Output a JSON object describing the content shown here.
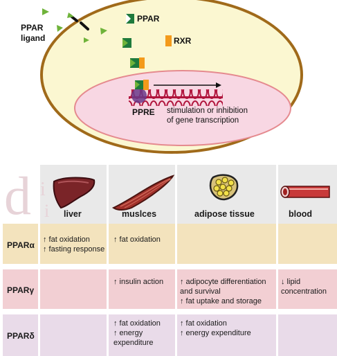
{
  "diagram": {
    "ppar_label": "PPAR",
    "rxr_label": "RXR",
    "ligand_label_line1": "PPAR",
    "ligand_label_line2": "ligand",
    "ppre_label": "PPRE",
    "effect_line1": "stimulation or inhibition",
    "effect_line2": "of gene transcription"
  },
  "table": {
    "columns": [
      "liver",
      "muslces",
      "adipose tissue",
      "blood"
    ],
    "rows": [
      {
        "label": "PPARα",
        "cells": [
          [
            "↑ fat oxidation",
            "↑ fasting response"
          ],
          [
            "↑ fat oxidation"
          ],
          [],
          []
        ]
      },
      {
        "label": "PPARγ",
        "cells": [
          [],
          [
            "↑ insulin action"
          ],
          [
            "↑ adipocyte differentiation",
            "and survival",
            "↑ fat uptake and storage"
          ],
          [
            "↓ lipid",
            "concentration"
          ]
        ]
      },
      {
        "label": "PPARδ",
        "cells": [
          [],
          [
            "↑ fat oxidation",
            "↑ energy",
            "expenditure"
          ],
          [
            "↑ fat oxidation",
            "↑ energy expenditure"
          ],
          []
        ]
      }
    ]
  },
  "colors": {
    "cell_outer": "#fbf7d1",
    "nucleus": "#f8d7e3",
    "ppar_green": "#1e7a3c",
    "rxr_orange": "#f39a1b",
    "row_alpha": "#f3e3bd",
    "row_gamma": "#f2cfd3",
    "row_delta": "#e9dbe9",
    "header_bg": "#e9e9e9"
  }
}
